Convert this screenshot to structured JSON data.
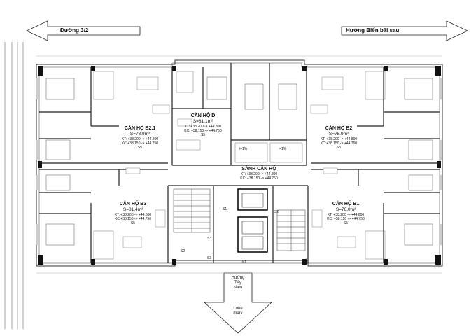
{
  "arrows": {
    "west": "Đường 3/2",
    "east": "Hướng Biển bãi sau",
    "south_line1": "Hướng",
    "south_line2": "Tây",
    "south_line3": "Nam",
    "south_dest1": "Lotte",
    "south_dest2": "mark"
  },
  "units": [
    {
      "name": "CĂN HỘ B2.1",
      "area": "S=78.9m²",
      "kt": "KT: +38.200 -> +44.800",
      "kc": "KC:+38.150 -> +44.750",
      "code": "S5"
    },
    {
      "name": "CĂN HỘ D",
      "area": "S=81.1m²",
      "kt": "KT: +38.200 -> +44.800",
      "kc": "KC: +38.150 -> +44.750",
      "code": "S5"
    },
    {
      "name": "CĂN HỘ B2",
      "area": "S=78.9m²",
      "kt": "KT: +38.200 -> +44.800",
      "kc": "KC:+38.150 -> +44.750",
      "code": "S5"
    },
    {
      "name": "CĂN HỘ B3",
      "area": "S=81.4m²",
      "kt": "KT: +38.200 -> +44.800",
      "kc": "KC:+38.150 -> +44.750",
      "code": "S5"
    },
    {
      "name": "CĂN HỘ B1",
      "area": "S=76.8m²",
      "kt": "KT: +38.200 -> +44.800",
      "kc": "KC: +38.150 -> +44.750",
      "code": "S5"
    }
  ],
  "lobby": {
    "name": "SẢNH CĂN HỘ",
    "kt": "KT: +38.200 -> +44.800",
    "kc": "KC: +38.150 -> +44.750",
    "code": "S1"
  },
  "tags": [
    "S2",
    "S3",
    "S3",
    "S2",
    "S1",
    "i=1%",
    "i=1%"
  ]
}
